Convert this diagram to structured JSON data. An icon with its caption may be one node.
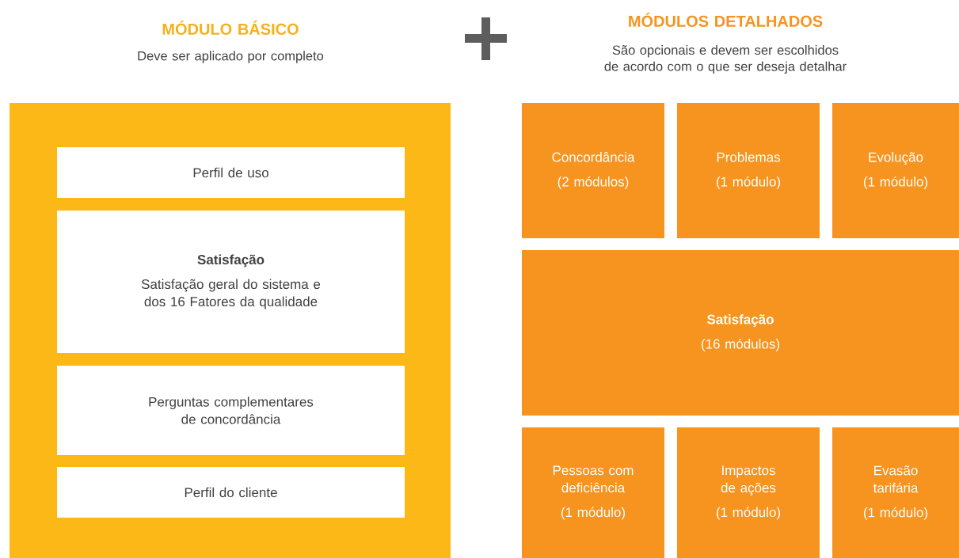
{
  "diagram": {
    "nodes": [
      {
        "text": [],
        "shape": "box"
      },
      {
        "text": [
          "Perfil de uso"
        ],
        "in": 0
      },
      {
        "text": [
          "Satisfação",
          "Satisfação geral do sistema e dos 16 Fatores da qualidade"
        ],
        "in": 0
      },
      {
        "text": [
          "Perguntas complementares de concordância"
        ],
        "in": 0
      },
      {
        "text": [
          "Perfil do cliente"
        ],
        "in": 0
      },
      {
        "text": [
          "Concordância",
          "(2 módulos)"
        ]
      },
      {
        "text": [
          "Problemas",
          "(1 módulo)"
        ]
      },
      {
        "text": [
          "Evolução",
          "(1 módulo)"
        ]
      },
      {
        "text": [
          "Satisfação",
          "(16 módulos)"
        ]
      },
      {
        "text": [
          "Pessoas com deficiência",
          "(1 módulo)"
        ]
      },
      {
        "text": [
          "Impactos de ações",
          "(1 módulo)"
        ]
      },
      {
        "text": [
          "Evasão tarifária",
          "(1 módulo)"
        ]
      }
    ],
    "labels": [
      "MÓDULO BÁSICO",
      "Deve ser aplicado por completo",
      "MÓDULOS DETALHADOS",
      "São opcionais e devem ser escolhidos de acordo com o que ser deseja detalhar"
    ]
  }
}
